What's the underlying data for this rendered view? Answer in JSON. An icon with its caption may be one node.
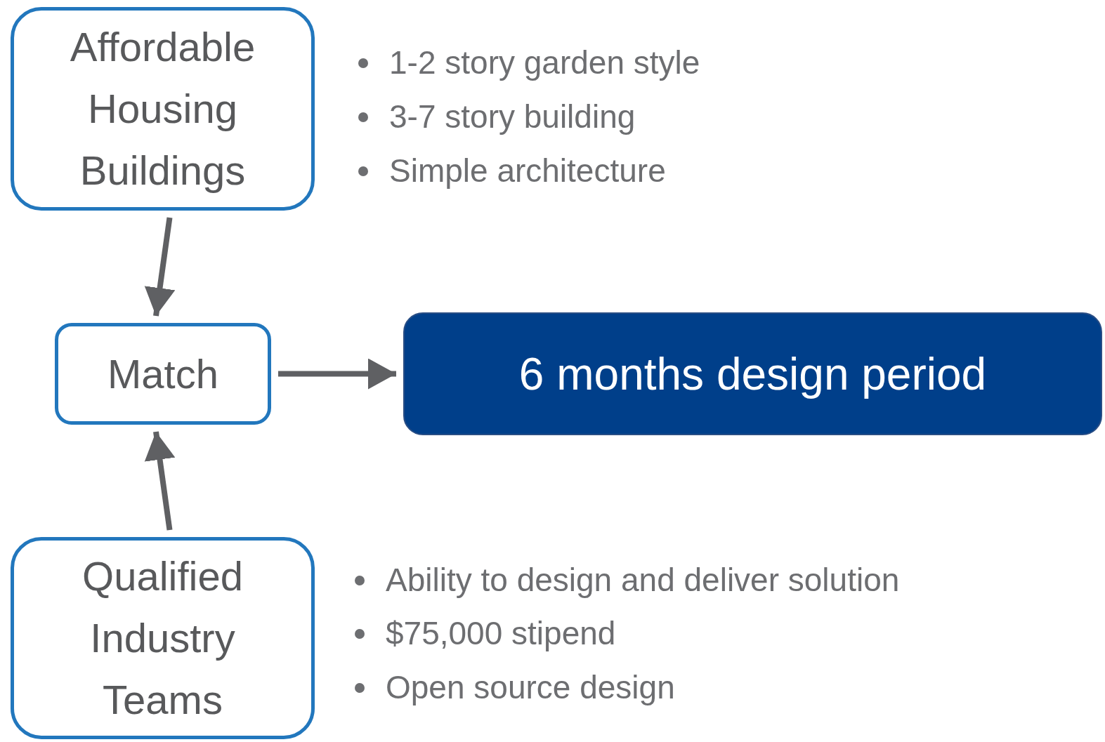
{
  "diagram": {
    "nodes": [
      {
        "text": [
          "Affordable Housing Buildings"
        ]
      },
      {
        "text": [
          "Match"
        ]
      },
      {
        "text": [
          "6 months design period"
        ]
      },
      {
        "text": [
          "Qualified Industry Teams"
        ]
      }
    ],
    "edges": [
      {
        "from": 0,
        "to": 1,
        "arrow": "to"
      },
      {
        "from": 3,
        "to": 1,
        "arrow": "to"
      },
      {
        "from": 1,
        "to": 2,
        "arrow": "to"
      }
    ],
    "labels": [
      "1-2 story garden style",
      "3-7 story building",
      "Simple architecture",
      "Ability to design and deliver solution",
      "$75,000 stipend",
      "Open source design"
    ]
  }
}
